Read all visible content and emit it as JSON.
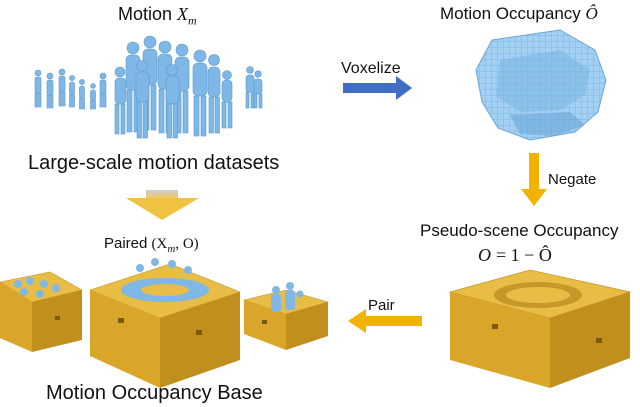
{
  "labels": {
    "motion_title": "Motion",
    "motion_symbol": "X",
    "motion_subscript": "m",
    "occupancy_title": "Motion Occupancy",
    "occupancy_symbol": "Ô",
    "voxelize": "Voxelize",
    "datasets": "Large-scale motion datasets",
    "negate": "Negate",
    "pseudo_scene": "Pseudo-scene Occupancy",
    "pseudo_formula_lhs": "O",
    "pseudo_formula_rhs": "= 1 − Ô",
    "paired_prefix": "Paired",
    "paired_tuple": "(X",
    "paired_sub": "m",
    "paired_tail": ", O)",
    "pair": "Pair",
    "base": "Motion Occupancy Base"
  },
  "colors": {
    "human_blue": "#7fb8e6",
    "voxel_blue": "#8cc3ee",
    "box_top": "#e8bd45",
    "box_front": "#d9a62a",
    "box_side": "#c08f1d",
    "arrow_blue": "#3f6fc4",
    "arrow_orange": "#f0b400",
    "arrow_fade_top": "#c9c9c9",
    "arrow_fade_bottom": "#f2c94c"
  }
}
